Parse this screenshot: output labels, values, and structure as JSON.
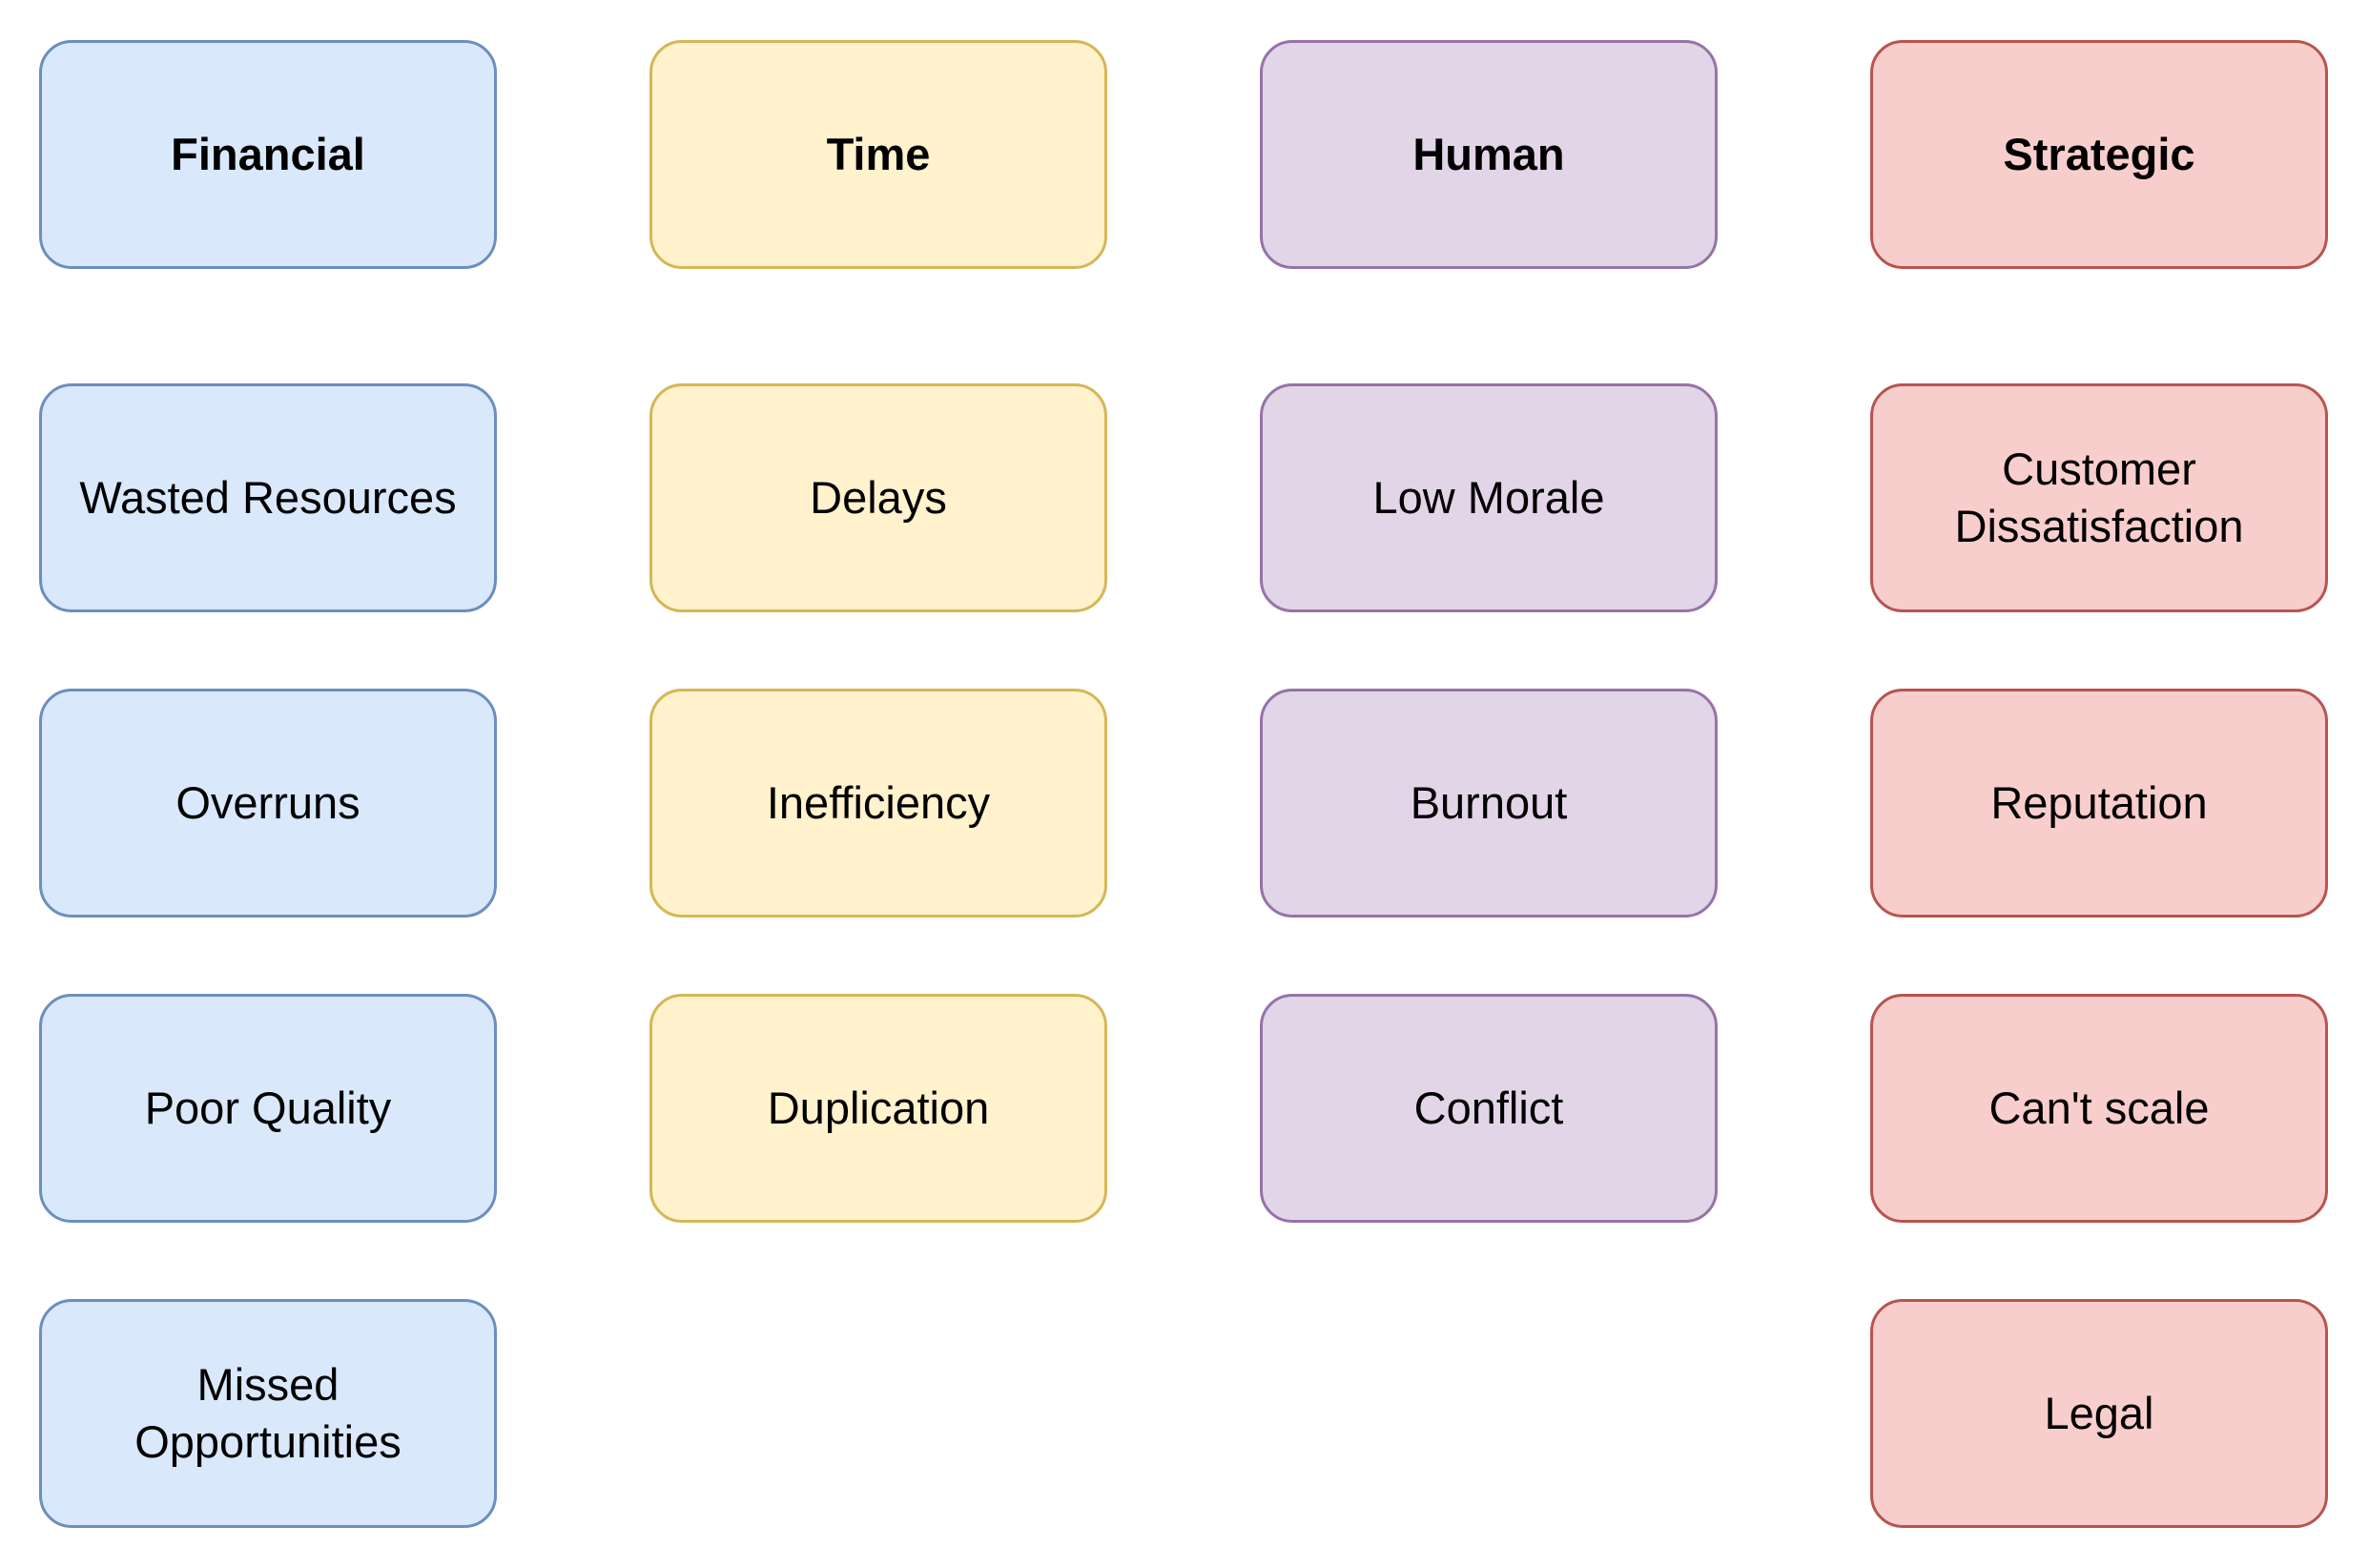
{
  "colors": {
    "financial": {
      "fill": "#dae8fc",
      "stroke": "#6c8ebf"
    },
    "time": {
      "fill": "#fff2cc",
      "stroke": "#d6b656"
    },
    "human": {
      "fill": "#e1d5e7",
      "stroke": "#9673a6"
    },
    "strategic": {
      "fill": "#f8cecc",
      "stroke": "#b85450"
    }
  },
  "columns": [
    {
      "key": "financial",
      "header": "Financial",
      "items": [
        "Wasted Resources",
        "Overruns",
        "Poor Quality",
        "Missed\nOpportunities"
      ]
    },
    {
      "key": "time",
      "header": "Time",
      "items": [
        "Delays",
        "Inefficiency",
        "Duplication"
      ]
    },
    {
      "key": "human",
      "header": "Human",
      "items": [
        "Low Morale",
        "Burnout",
        "Conflict"
      ]
    },
    {
      "key": "strategic",
      "header": "Strategic",
      "items": [
        "Customer\nDissatisfaction",
        "Reputation",
        "Can't scale",
        "Legal"
      ]
    }
  ]
}
